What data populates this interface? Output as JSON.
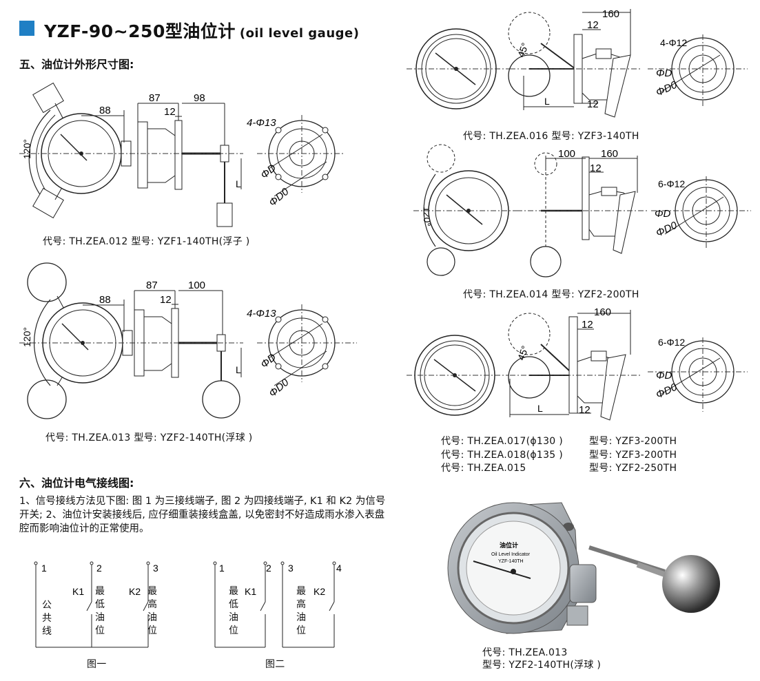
{
  "header": {
    "title_cn": "YZF-90~250型油位计",
    "title_en": "(oil level gauge)",
    "accent_color": "#1f7fc4"
  },
  "section5": {
    "heading": "五、油位计外形尺寸图:"
  },
  "figures": {
    "fig1": {
      "caption": "代号: TH.ZEA.012   型号: YZF1-140TH(浮子 )",
      "dims": {
        "d88": "88",
        "d87": "87",
        "d12": "12",
        "d98": "98",
        "angle": "120°",
        "holes": "4-Φ13",
        "phiD": "ΦD",
        "phiD0": "ΦD0",
        "L": "L"
      }
    },
    "fig2": {
      "caption": "代号: TH.ZEA.013   型号: YZF2-140TH(浮球 )",
      "dims": {
        "d88": "88",
        "d87": "87",
        "d12": "12",
        "d100": "100",
        "angle": "120°",
        "holes": "4-Φ13",
        "phiD": "ΦD",
        "phiD0": "ΦD0",
        "L": "L"
      }
    },
    "fig3": {
      "caption": "代号: TH.ZEA.016   型号: YZF3-140TH",
      "dims": {
        "d160": "160",
        "d12a": "12",
        "d12b": "12",
        "angle": "45°",
        "holes": "4-Φ12",
        "phiD": "ΦD",
        "phiD0": "ΦD0",
        "L": "L"
      }
    },
    "fig4": {
      "caption": "代号: TH.ZEA.014   型号: YZF2-200TH",
      "dims": {
        "d100": "100",
        "d160": "160",
        "d12": "12",
        "angle": "120°",
        "holes": "6-Φ12",
        "phiD": "ΦD",
        "phiD0": "ΦD0"
      }
    },
    "fig5": {
      "captions": [
        {
          "code": "代号: TH.ZEA.017(ϕ130 )",
          "model": "型号: YZF3-200TH"
        },
        {
          "code": "代号: TH.ZEA.018(ϕ135 )",
          "model": "型号: YZF3-200TH"
        },
        {
          "code": "代号: TH.ZEA.015",
          "model": "型号: YZF2-250TH"
        }
      ],
      "dims": {
        "d160": "160",
        "d12a": "12",
        "d12b": "12",
        "angle": "45°",
        "holes": "6-Φ12",
        "phiD": "ΦD",
        "phiD0": "ΦD0",
        "L": "L"
      }
    }
  },
  "section6": {
    "heading": "六、油位计电气接线图:",
    "paragraph": "1、信号接线方法见下图: 图 1 为三接线端子, 图 2 为四接线端子, K1 和 K2 为信号开关; 2、油位计安装接线后, 应仔细重装接线盒盖, 以免密封不好造成雨水渗入表盘腔而影响油位计的正常使用。"
  },
  "wiring": {
    "diagram1": {
      "caption": "图一",
      "terminals": [
        "1",
        "2",
        "3"
      ],
      "switches": [
        "K1",
        "K2"
      ],
      "labels": [
        "公共线",
        "最低油位",
        "最高油位"
      ]
    },
    "diagram2": {
      "caption": "图二",
      "terminals": [
        "1",
        "2",
        "3",
        "4"
      ],
      "switches": [
        "K1",
        "K2"
      ],
      "labels": [
        "最低油位",
        "最高油位"
      ]
    }
  },
  "photo": {
    "dial_title": "油位计",
    "dial_sub": "Oil Level Indicator",
    "dial_model": "YZF-140TH",
    "caption_code": "代号: TH.ZEA.013",
    "caption_model": "型号: YZF2-140TH(浮球 )"
  }
}
